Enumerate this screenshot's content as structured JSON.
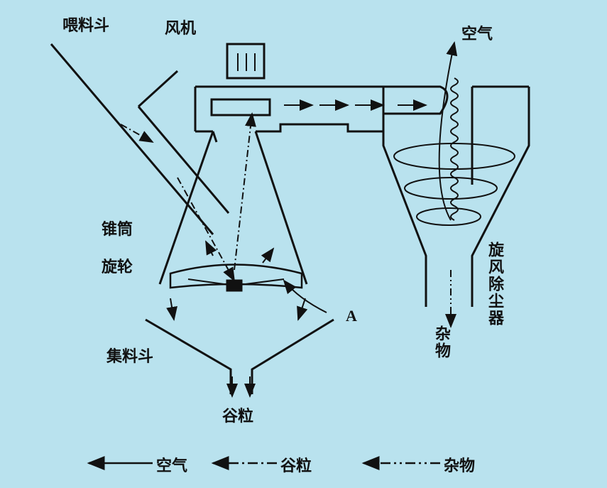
{
  "labels": {
    "feed_hopper": "喂料斗",
    "fan": "风机",
    "air_out": "空气",
    "cone": "锥筒",
    "rotor": "旋轮",
    "cyclone": "旋风除尘器",
    "impurities_out": "杂物",
    "point_a": "A",
    "collecting_hopper": "集料斗",
    "grain_out": "谷粒"
  },
  "legend": [
    {
      "label": "空气",
      "style": "solid"
    },
    {
      "label": "谷粒",
      "style": "dash-dot"
    },
    {
      "label": "杂物",
      "style": "dash-dot-dot"
    }
  ],
  "colors": {
    "background": "#b9e2ee",
    "ink": "#111111"
  }
}
